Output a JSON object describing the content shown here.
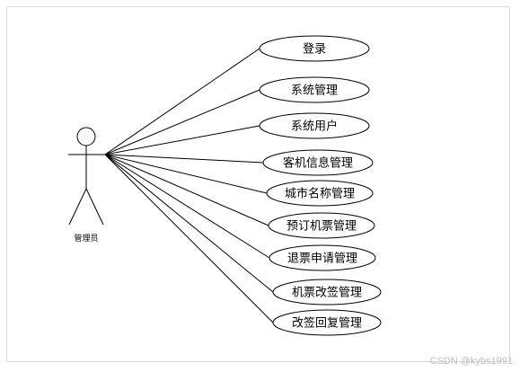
{
  "actor": {
    "label": "管理员"
  },
  "use_cases": [
    {
      "label": "登录"
    },
    {
      "label": "系统管理"
    },
    {
      "label": "系统用户"
    },
    {
      "label": "客机信息管理"
    },
    {
      "label": "城市名称管理"
    },
    {
      "label": "预订机票管理"
    },
    {
      "label": "退票申请管理"
    },
    {
      "label": "机票改签管理"
    },
    {
      "label": "改签回复管理"
    }
  ],
  "watermark": "CSDN @kybs1991",
  "colors": {
    "stroke": "#000000",
    "frame": "#d9d9d9",
    "watermark": "#bdbdbd"
  }
}
